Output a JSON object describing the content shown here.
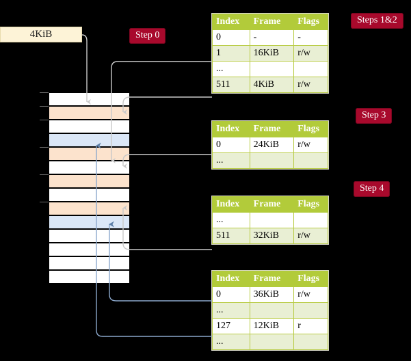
{
  "diagram": {
    "title_box": {
      "label": "4KiB"
    },
    "badges": [
      {
        "name": "step-0",
        "label": "Step 0"
      },
      {
        "name": "steps-1-2",
        "label": "Steps 1&2"
      },
      {
        "name": "step-3",
        "label": "Step 3"
      },
      {
        "name": "step-4",
        "label": "Step 4"
      }
    ],
    "columns": [
      "Index",
      "Frame",
      "Flags"
    ],
    "tables": [
      {
        "name": "page-table-level-4",
        "rows": [
          {
            "index": "0",
            "frame": "-",
            "flags": "-",
            "style": "plain",
            "highlight": false
          },
          {
            "index": "1",
            "frame": "16KiB",
            "flags": "r/w",
            "style": "alt",
            "highlight": false
          },
          {
            "index": "...",
            "frame": "",
            "flags": "",
            "style": "plain",
            "highlight": false
          },
          {
            "index": "511",
            "frame": "4KiB",
            "flags": "r/w",
            "style": "alt",
            "highlight": true
          }
        ]
      },
      {
        "name": "page-table-level-3",
        "rows": [
          {
            "index": "0",
            "frame": "24KiB",
            "flags": "r/w",
            "style": "plain",
            "highlight": false
          },
          {
            "index": "...",
            "frame": "",
            "flags": "",
            "style": "alt",
            "highlight": false
          }
        ]
      },
      {
        "name": "page-table-level-2",
        "rows": [
          {
            "index": "...",
            "frame": "",
            "flags": "",
            "style": "plain",
            "highlight": false
          },
          {
            "index": "511",
            "frame": "32KiB",
            "flags": "r/w",
            "style": "alt",
            "highlight": false
          }
        ]
      },
      {
        "name": "page-table-level-1",
        "rows": [
          {
            "index": "0",
            "frame": "36KiB",
            "flags": "r/w",
            "style": "plain",
            "highlight": false
          },
          {
            "index": "...",
            "frame": "",
            "flags": "",
            "style": "alt",
            "highlight": false
          },
          {
            "index": "127",
            "frame": "12KiB",
            "flags": "r",
            "style": "plain",
            "highlight": false
          },
          {
            "index": "...",
            "frame": "",
            "flags": "",
            "style": "alt",
            "highlight": false
          }
        ]
      }
    ],
    "memory_column": {
      "name": "physical-memory-column",
      "row_count": 14,
      "rows": [
        {
          "fill": "white"
        },
        {
          "fill": "orange"
        },
        {
          "fill": "white"
        },
        {
          "fill": "blue"
        },
        {
          "fill": "orange"
        },
        {
          "fill": "white"
        },
        {
          "fill": "orange"
        },
        {
          "fill": "white"
        },
        {
          "fill": "orange"
        },
        {
          "fill": "blue"
        },
        {
          "fill": "white"
        },
        {
          "fill": "white"
        },
        {
          "fill": "white"
        },
        {
          "fill": "white"
        }
      ]
    },
    "colors": {
      "badge_bg": "#a8092c",
      "header_bg": "#b2cb3a",
      "alt_row_bg": "#e9efd4",
      "highlight_bg": "#f5f59a",
      "source_box_bg": "#fdf3d7",
      "mem_orange": "#fce3cd",
      "mem_blue": "#dbe7f7",
      "wire_gray": "#c9c9c9",
      "wire_blue": "#8ca8cc"
    }
  }
}
